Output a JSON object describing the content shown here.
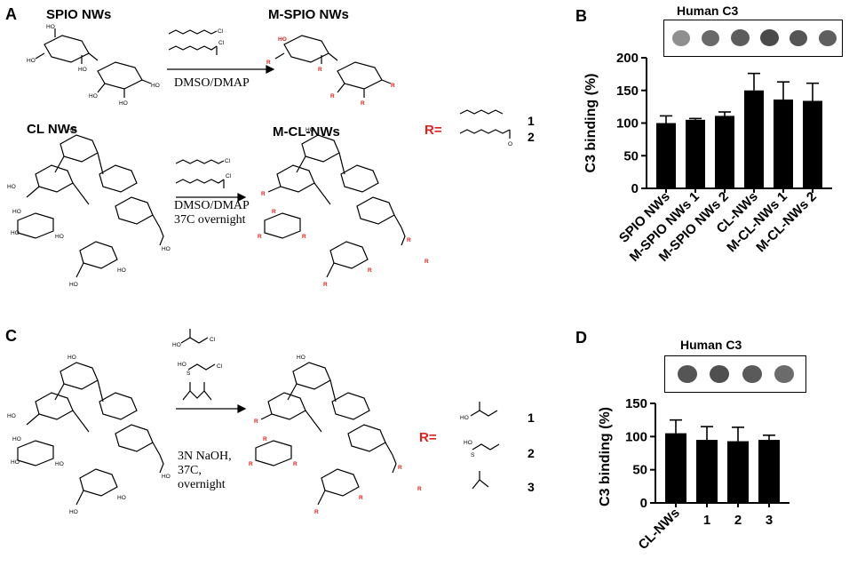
{
  "panels": {
    "A": {
      "letter": "A",
      "spio_label": "SPIO NWs",
      "mspio_label": "M-SPIO NWs",
      "cl_label": "CL NWs",
      "mcl_label": "M-CL-NWs",
      "cond_top": "DMSO/DMAP",
      "cond_bottom_1": "DMSO/DMAP",
      "cond_bottom_2": "37C overnight",
      "r_label": "R=",
      "r_nums": [
        "1",
        "2"
      ],
      "reagent_text": {
        "cl": "Cl",
        "o": "O",
        "oh": "HO",
        "r": "R"
      }
    },
    "B": {
      "letter": "B",
      "blot_title": "Human C3",
      "chart_data": {
        "type": "bar",
        "title": "",
        "ylabel": "C3 binding (%)",
        "xlabel": "",
        "categories": [
          "SPIO NWs",
          "M-SPIO NWs 1",
          "M-SPIO NWs 2",
          "CL-NWs",
          "M-CL-NWs 1",
          "M-CL-NWs 2"
        ],
        "values": [
          100,
          105,
          111,
          150,
          136,
          134
        ],
        "errors": [
          11,
          2,
          6,
          26,
          27,
          27
        ],
        "ylim": [
          0,
          200
        ],
        "yticks": [
          "0",
          "50",
          "100",
          "150",
          "200"
        ],
        "bar_color": "#000000"
      }
    },
    "C": {
      "letter": "C",
      "cond_1": "3N NaOH,",
      "cond_2": "37C,",
      "cond_3": "overnight",
      "r_label": "R=",
      "r_nums": [
        "1",
        "2",
        "3"
      ]
    },
    "D": {
      "letter": "D",
      "blot_title": "Human C3",
      "chart_data": {
        "type": "bar",
        "title": "",
        "ylabel": "C3 binding (%)",
        "xlabel": "",
        "categories": [
          "CL-NWs",
          "1",
          "2",
          "3"
        ],
        "values": [
          105,
          95,
          93,
          95
        ],
        "errors": [
          20,
          20,
          21,
          7
        ],
        "ylim": [
          0,
          150
        ],
        "yticks": [
          "0",
          "50",
          "100",
          "150"
        ],
        "bar_color": "#000000"
      }
    }
  }
}
